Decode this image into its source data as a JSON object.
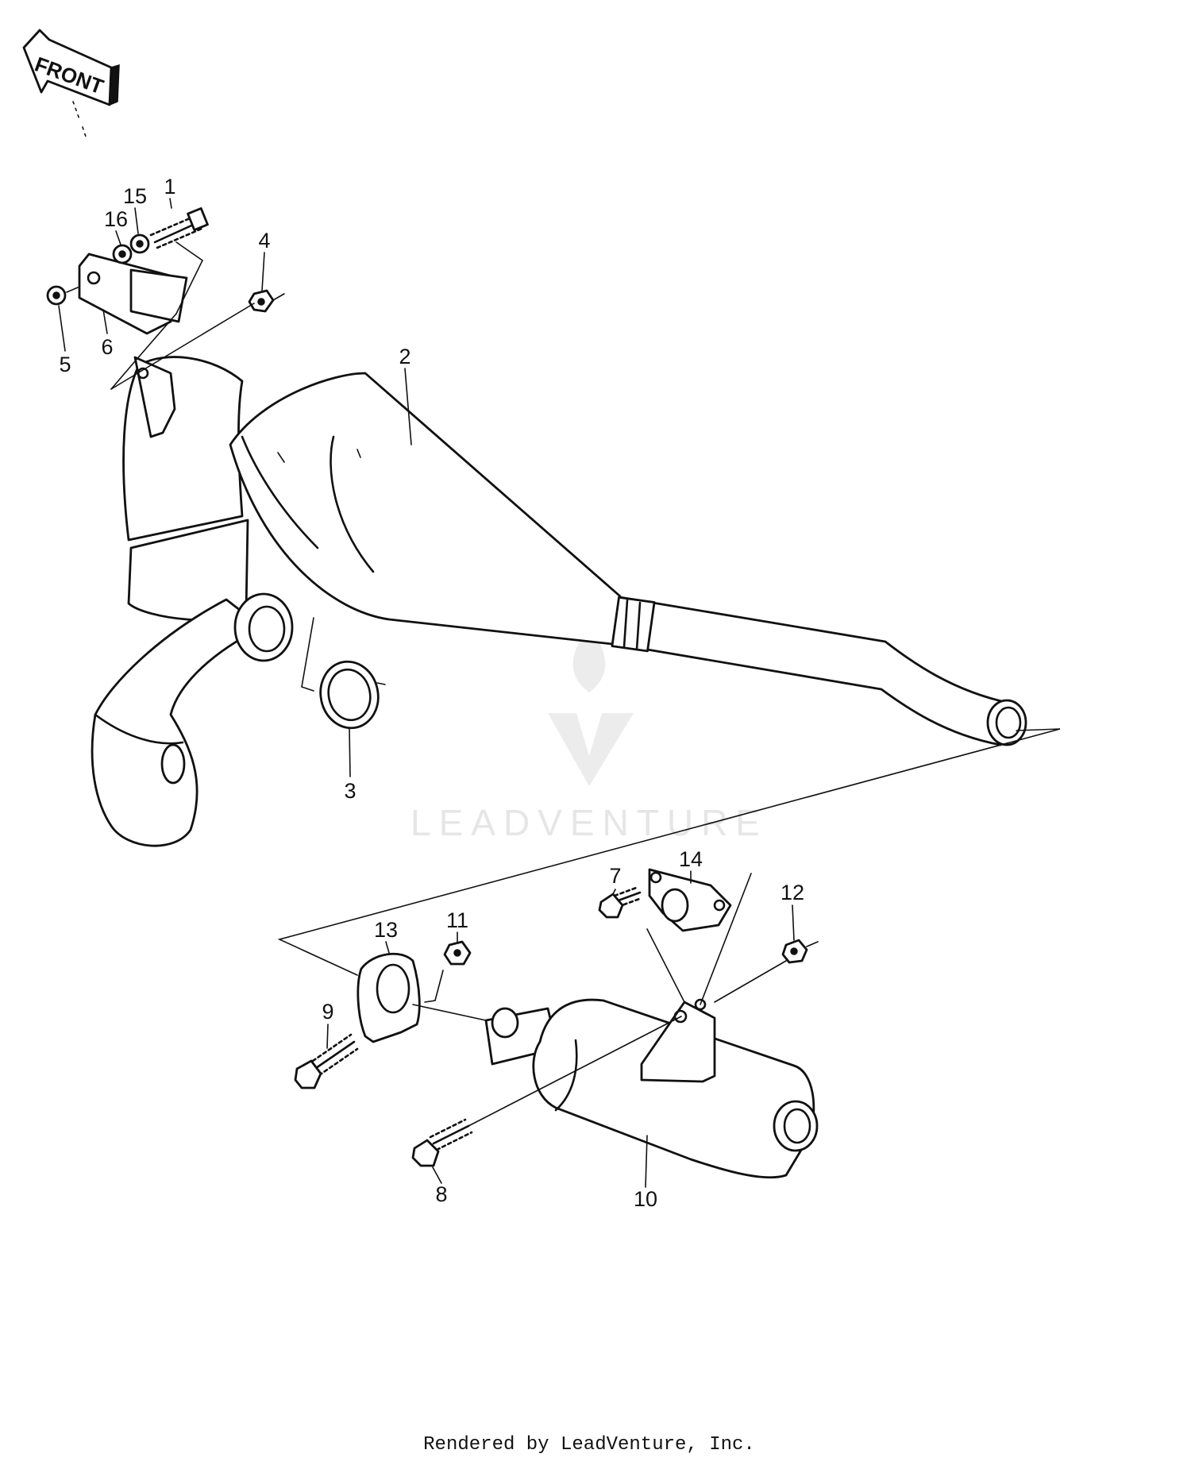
{
  "front_arrow": {
    "label": "FRONT"
  },
  "parts": [
    {
      "key": "p1",
      "label": "1"
    },
    {
      "key": "p2",
      "label": "2"
    },
    {
      "key": "p3",
      "label": "3"
    },
    {
      "key": "p4",
      "label": "4"
    },
    {
      "key": "p5",
      "label": "5"
    },
    {
      "key": "p6",
      "label": "6"
    },
    {
      "key": "p7",
      "label": "7"
    },
    {
      "key": "p8",
      "label": "8"
    },
    {
      "key": "p9",
      "label": "9"
    },
    {
      "key": "p10",
      "label": "10"
    },
    {
      "key": "p11",
      "label": "11"
    },
    {
      "key": "p12",
      "label": "12"
    },
    {
      "key": "p13",
      "label": "13"
    },
    {
      "key": "p14",
      "label": "14"
    },
    {
      "key": "p15",
      "label": "15"
    },
    {
      "key": "p16",
      "label": "16"
    }
  ],
  "watermark": {
    "text": "LEADVENTURE"
  },
  "footer": {
    "text": "Rendered by LeadVenture, Inc."
  }
}
